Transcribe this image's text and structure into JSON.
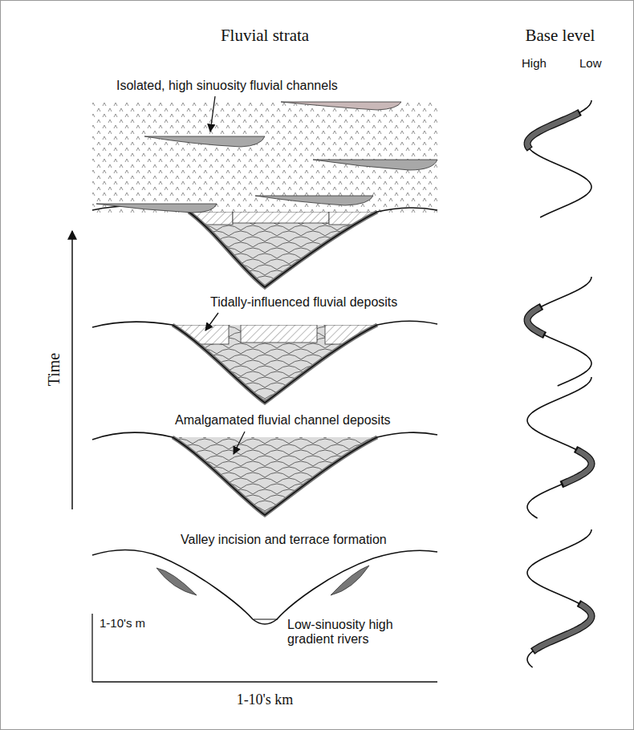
{
  "diagram": {
    "labels": [
      "Fluvial strata",
      "Base level",
      "High",
      "Low",
      "Isolated, high sinuosity fluvial channels",
      "Time",
      "Tidally-influenced fluvial deposits",
      "Amalgamated fluvial channel deposits",
      "Valley incision and terrace formation",
      "Low-sinuosity high gradient rivers",
      "1-10's m",
      "1-10's km"
    ]
  }
}
